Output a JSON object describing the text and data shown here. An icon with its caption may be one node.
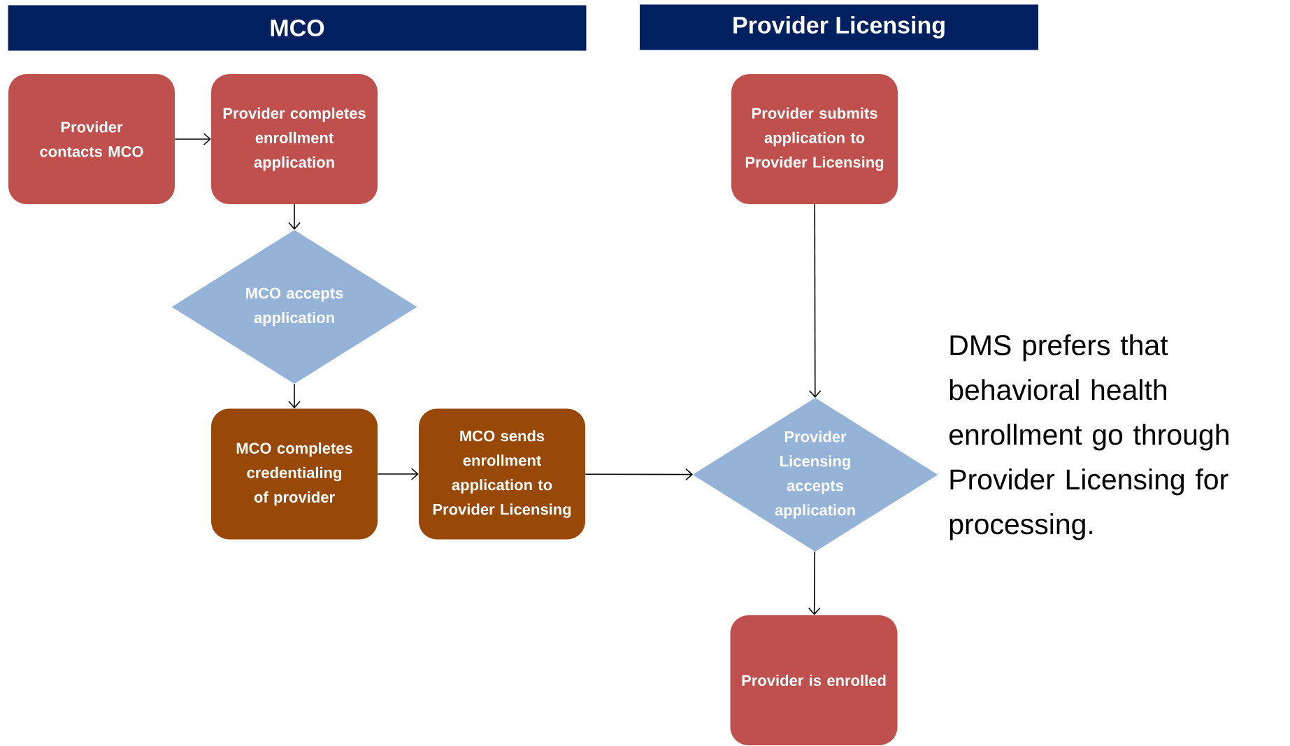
{
  "diagram": {
    "nodes": [
      {
        "text": [
          "MCO"
        ]
      },
      {
        "text": [
          "Provider Licensing"
        ]
      },
      {
        "text": [
          "Provider contacts MCO"
        ]
      },
      {
        "text": [
          "Provider completes enrollment application"
        ]
      },
      {
        "text": [
          "MCO accepts application"
        ]
      },
      {
        "text": [
          "MCO completes credentialing of provider"
        ]
      },
      {
        "text": [
          "MCO sends enrollment application to Provider Licensing"
        ]
      },
      {
        "text": [
          "Provider submits application to Provider Licensing"
        ]
      },
      {
        "text": [
          "Provider Licensing accepts application"
        ]
      },
      {
        "text": [
          "Provider is enrolled"
        ]
      }
    ],
    "edges": [
      {
        "from": 2,
        "to": 3,
        "arrow": "to"
      },
      {
        "from": 3,
        "to": 4,
        "arrow": "to"
      },
      {
        "from": 4,
        "to": 5,
        "arrow": "to"
      },
      {
        "from": 5,
        "to": 6,
        "arrow": "to"
      },
      {
        "from": 6,
        "to": 8,
        "arrow": "to"
      },
      {
        "from": 7,
        "to": 8,
        "arrow": "to"
      },
      {
        "from": 8,
        "to": 9,
        "arrow": "to"
      }
    ],
    "labels": [
      "DMS prefers that behavioral health enrollment go through Provider Licensing for processing."
    ]
  }
}
